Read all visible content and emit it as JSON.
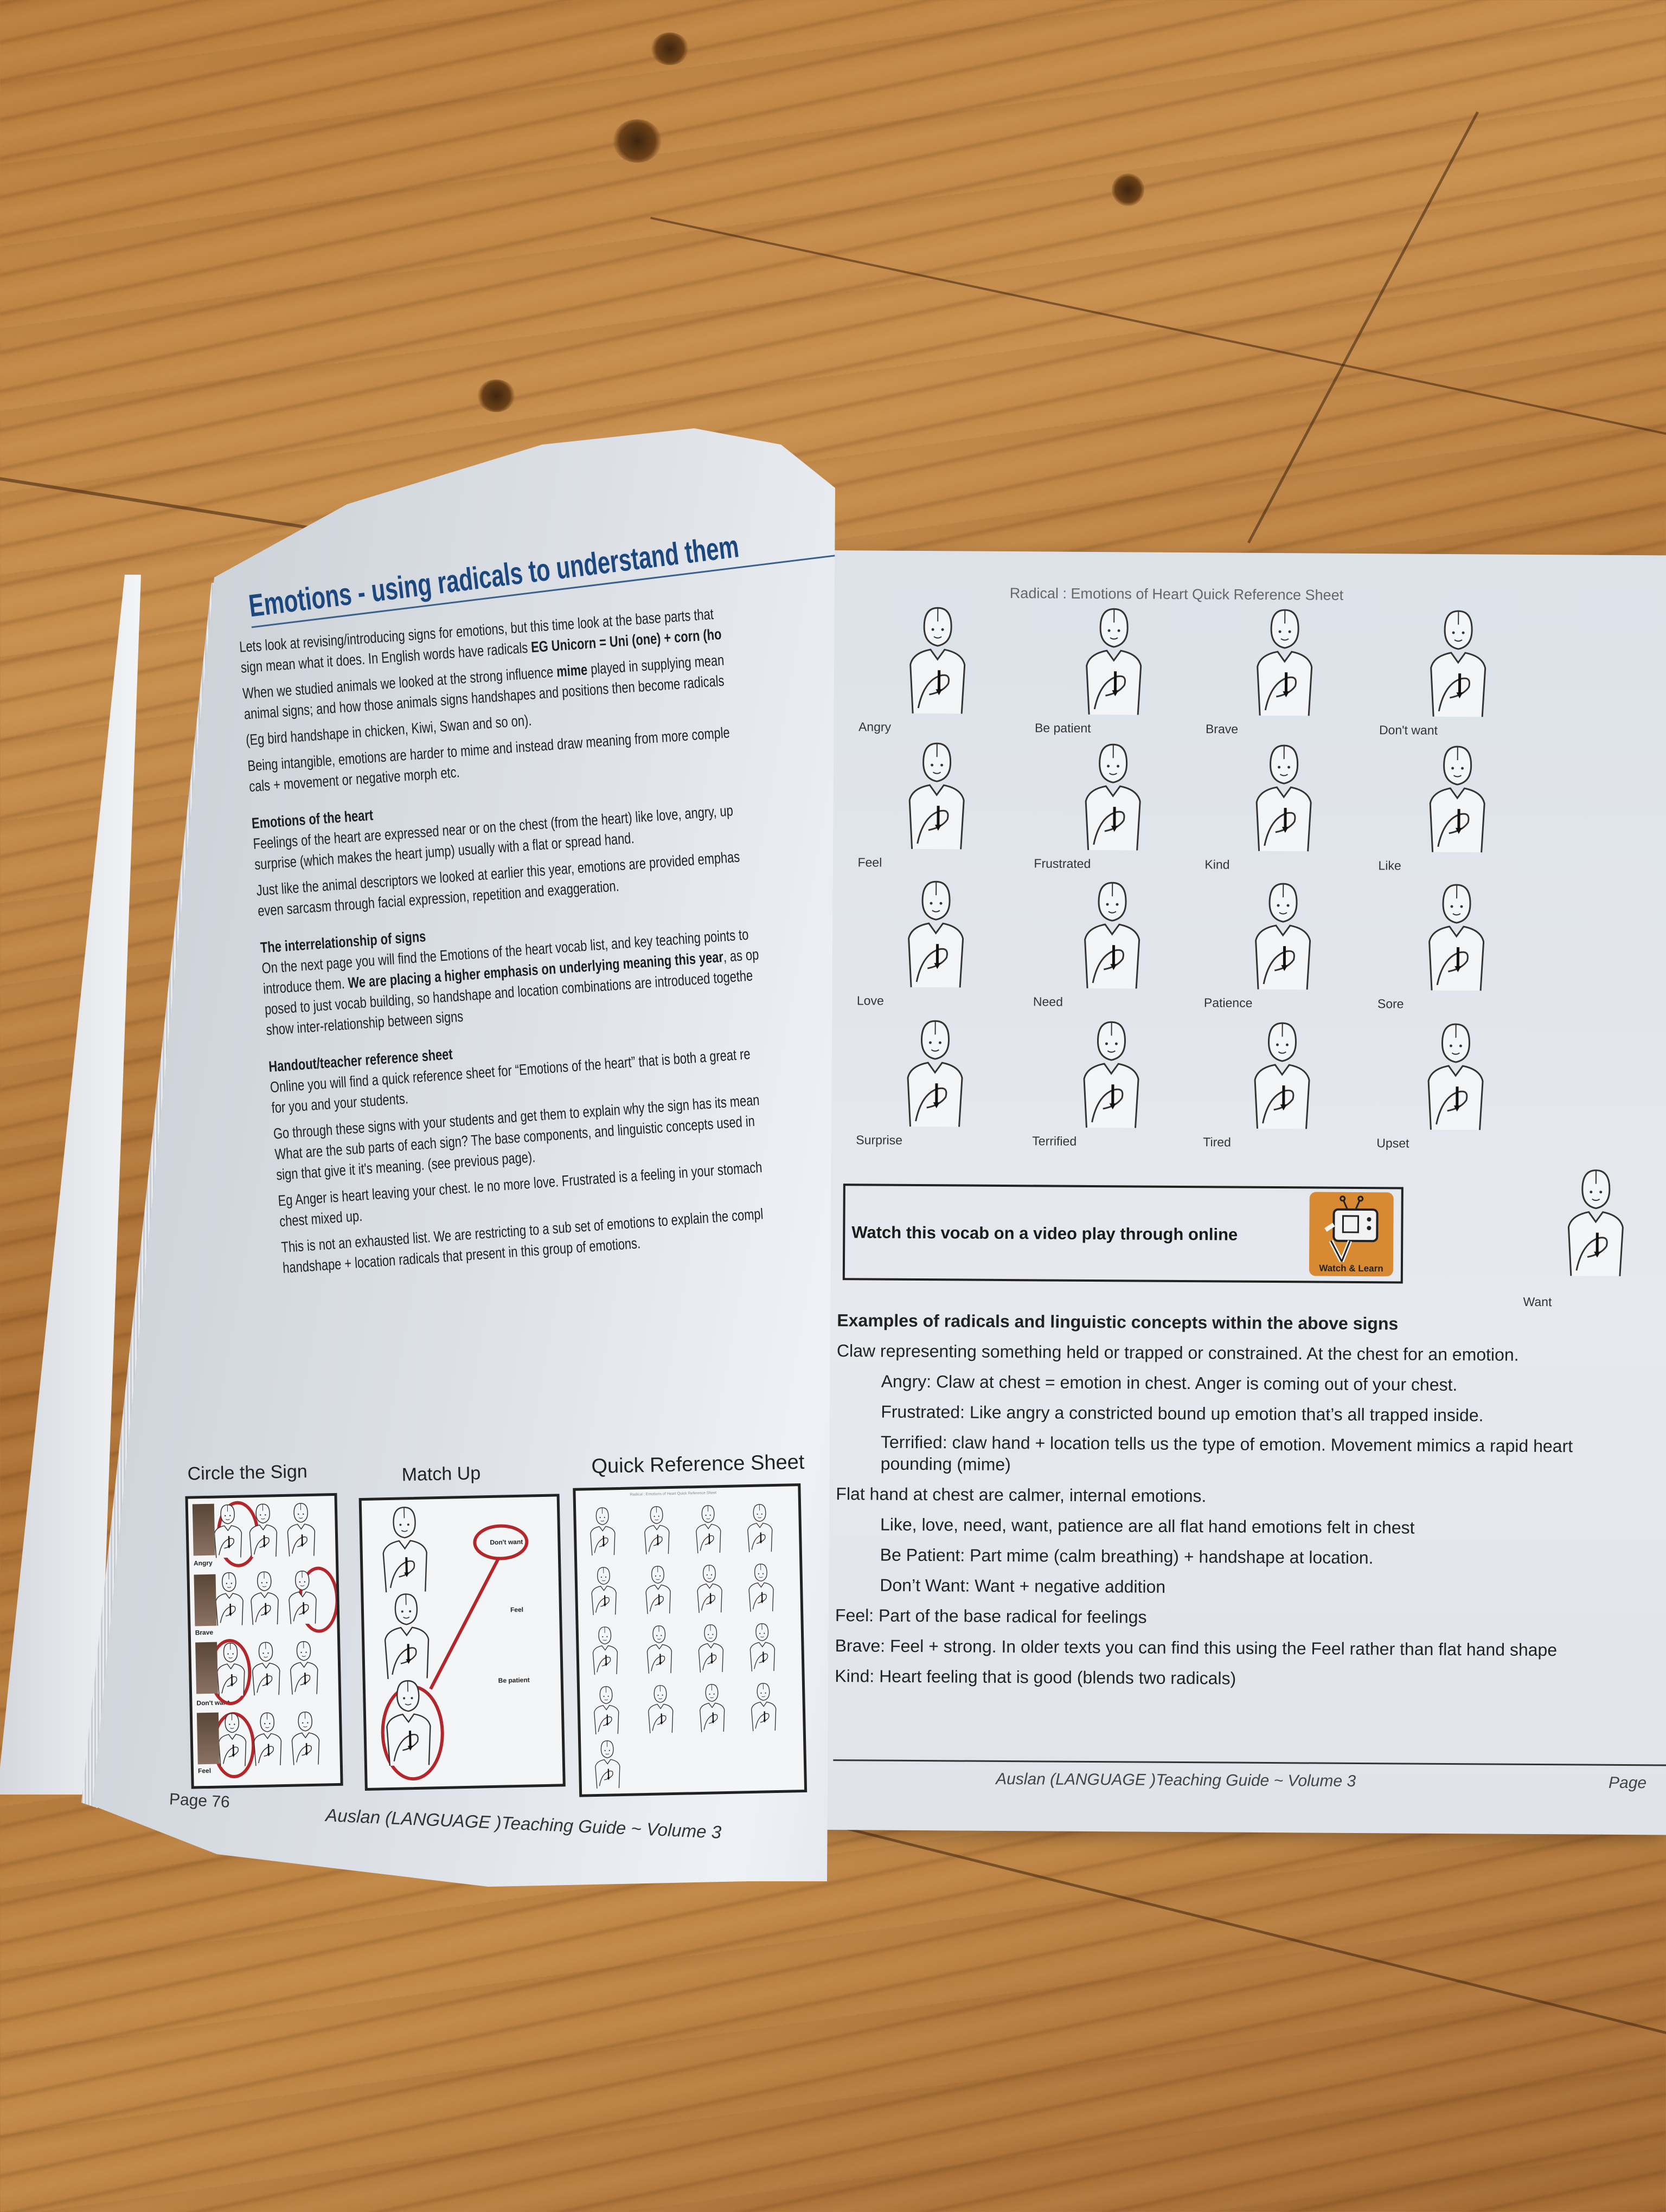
{
  "left_page": {
    "title": "Emotions - using radicals to understand them",
    "intro": [
      "Lets look at revising/introducing signs for emotions, but this time look at the base parts that",
      "sign mean what it does. In English words have radicals",
      "EG Unicorn = Uni (one) + corn (ho",
      "When we studied animals we looked at the strong influence",
      "mime",
      "played in supplying mean",
      "animal signs; and how those animals signs handshapes and positions then become radicals",
      "(Eg bird handshape in chicken, Kiwi, Swan and so on).",
      "Being intangible, emotions are harder to mime and instead draw meaning from more comple",
      "cals + movement or negative morph etc."
    ],
    "heart_heading": "Emotions of the heart",
    "heart_paras": [
      "Feelings of the heart are expressed near or on the chest (from the heart) like love, angry, up",
      "surprise (which makes the heart jump) usually with a flat or spread hand.",
      "Just like the animal descriptors we looked at earlier this year, emotions are provided emphas",
      "even sarcasm through facial expression, repetition and exaggeration."
    ],
    "inter_heading": "The interrelationship of signs",
    "inter_para": {
      "a": "On the next page you will find the Emotions of the heart vocab list, and key teaching points to",
      "b": "introduce them.",
      "bold": "We are placing a higher emphasis on underlying meaning this year",
      "c": ", as op",
      "d": "posed to just vocab building, so handshape and location combinations are introduced togethe",
      "e": "show inter-relationship between signs"
    },
    "handout_heading": "Handout/teacher reference sheet",
    "handout_paras": [
      "Online you will find a quick reference sheet for “Emotions of the heart” that is both a great re",
      "for you and your students.",
      "Go through these signs with your students and get them to explain why the sign has its mean",
      "What are the sub parts of each sign? The base components, and linguistic concepts used in",
      "sign that give it it's meaning. (see previous page).",
      "Eg Anger is heart leaving your chest. Ie no more love. Frustrated is a feeling in your stomach",
      "chest mixed up.",
      "This is not an exhausted list. We are restricting to a sub set of emotions to explain the compl",
      "handshape + location radicals that present in this group of emotions."
    ],
    "thumbnails": {
      "circle_title": "Circle the Sign",
      "circle_labels": [
        "Angry",
        "Brave",
        "Don't want",
        "Feel"
      ],
      "match_title": "Match Up",
      "match_labels": [
        "Don't want",
        "Feel",
        "Be patient"
      ],
      "quick_title": "Quick Reference Sheet",
      "quick_header": "Radical : Emotions of Heart Quick Reference Sheet"
    },
    "page_number": "Page 76",
    "footer": "Auslan (LANGUAGE )Teaching Guide ~ Volume 3"
  },
  "right_page": {
    "header": "Radical : Emotions of Heart Quick Reference Sheet",
    "signs": [
      "Angry",
      "Be patient",
      "Brave",
      "Don't want",
      "Feel",
      "Frustrated",
      "Kind",
      "Like",
      "Love",
      "Need",
      "Patience",
      "Sore",
      "Surprise",
      "Terrified",
      "Tired",
      "Upset"
    ],
    "extra_sign": "Want",
    "watch_text": "Watch this vocab on a video play through online",
    "watch_icon_label": "Watch & Learn",
    "watch_icon_color": "#d88a33",
    "examples_heading": "Examples of radicals and linguistic concepts within the above signs",
    "examples": [
      {
        "text": "Claw representing something held or trapped or constrained. At the chest for an emotion.",
        "indent": false
      },
      {
        "text": "Angry: Claw at chest = emotion in chest. Anger is coming out of your chest.",
        "indent": true
      },
      {
        "text": "Frustrated: Like angry a constricted bound up emotion that’s all trapped inside.",
        "indent": true
      },
      {
        "text": "Terrified: claw hand + location tells us the type of emotion. Movement mimics a rapid heart pounding (mime)",
        "indent": true
      },
      {
        "text": "Flat hand at chest are calmer, internal emotions.",
        "indent": false
      },
      {
        "text": "Like, love, need, want, patience are all flat hand emotions felt in chest",
        "indent": true
      },
      {
        "text": "Be Patient: Part mime (calm breathing) + handshape at location.",
        "indent": true
      },
      {
        "text": "Don’t Want: Want + negative addition",
        "indent": true
      },
      {
        "text": "Feel: Part of the base radical for feelings",
        "indent": false
      },
      {
        "text": "Brave: Feel + strong. In older texts you can find this using the Feel rather than flat hand shape",
        "indent": false
      },
      {
        "text": "Kind: Heart feeling that is good (blends two radicals)",
        "indent": false
      }
    ],
    "footer": "Auslan (LANGUAGE )Teaching Guide ~ Volume 3",
    "page_label": "Page"
  },
  "colors": {
    "title_blue": "#1b477e",
    "circle_red": "#b3262b",
    "wood": "#b67a3c"
  }
}
